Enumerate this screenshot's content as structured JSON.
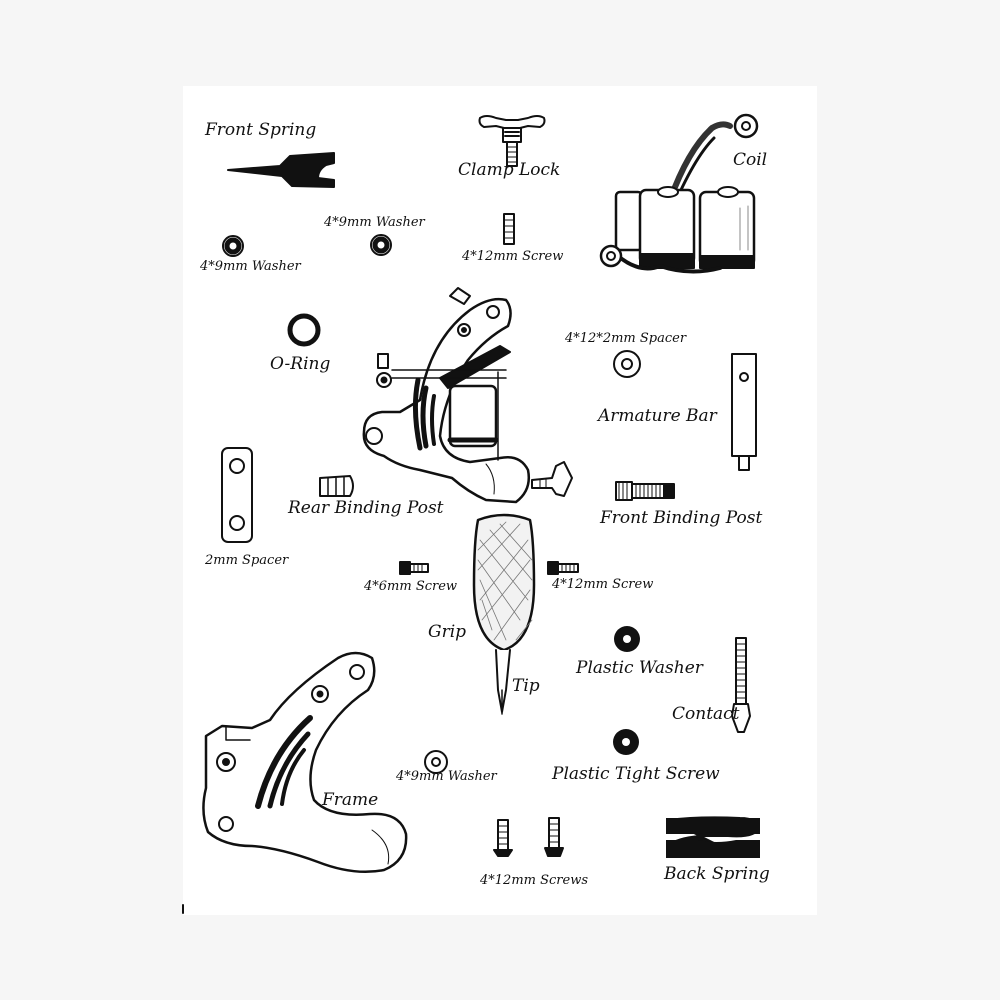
{
  "labels": {
    "front_spring": "Front Spring",
    "clamp_lock": "Clamp Lock",
    "coil": "Coil",
    "washer_top": "4*9mm Washer",
    "washer_left": "4*9mm Washer",
    "screw_top": "4*12mm Screw",
    "o_ring": "O-Ring",
    "spacer_12_2": "4*12*2mm Spacer",
    "armature_bar": "Armature Bar",
    "rear_binding_post": "Rear Binding Post",
    "front_binding_post": "Front Binding Post",
    "spacer_2mm": "2mm Spacer",
    "screw_6mm": "4*6mm Screw",
    "screw_12mm_mid": "4*12mm Screw",
    "grip": "Grip",
    "tip": "Tip",
    "plastic_washer": "Plastic Washer",
    "contact": "Contact",
    "frame": "Frame",
    "washer_bottom": "4*9mm Washer",
    "plastic_tight_screw": "Plastic Tight Screw",
    "screws_bottom": "4*12mm Screws",
    "back_spring": "Back Spring"
  }
}
